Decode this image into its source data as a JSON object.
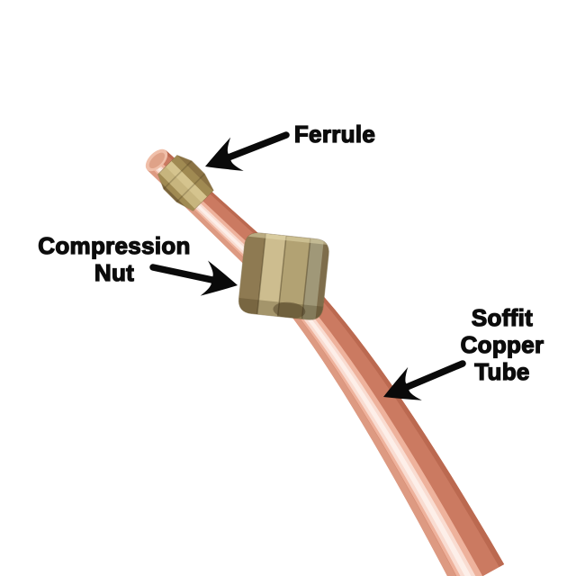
{
  "diagram": {
    "background_color": "#ffffff",
    "label_text_color": "#0c0c0c",
    "arrow_color": "#0a0a0a",
    "annotations": [
      {
        "id": "ferrule",
        "lines": [
          "Ferrule"
        ],
        "target_part": "ferrule"
      },
      {
        "id": "compression-nut",
        "lines": [
          "Compression",
          "Nut"
        ],
        "target_part": "compression-nut"
      },
      {
        "id": "soffit-copper-tube",
        "lines": [
          "Soffit",
          "Copper",
          "Tube"
        ],
        "target_part": "copper-tube"
      }
    ],
    "parts": [
      {
        "id": "copper-tube",
        "name": "Soffit Copper Tube",
        "colors": {
          "base": "#d68a71",
          "light": "#eeb29c",
          "highlight": "#f9dcd1",
          "hot": "#fdefe9",
          "shade": "#cb7a61",
          "rim": "#bb6950",
          "left_soft": "#dd9a82",
          "cap_face": "#dfa288",
          "cap_rim": "#f0bfa9"
        }
      },
      {
        "id": "ferrule",
        "name": "Ferrule",
        "colors": {
          "base": "#b6a36b",
          "bright": "#d5c48e",
          "mid": "#a08a52",
          "dark": "#8a7243",
          "edge": "#7b653c"
        }
      },
      {
        "id": "compression-nut",
        "name": "Compression Nut",
        "colors": {
          "left": "#8e7a52",
          "bright": "#cdbd8f",
          "mid": "#b2a273",
          "grey": "#a09878",
          "edge": "#7e6d4b",
          "shadow": "#5f4f33",
          "rim_light": "#d8cb9e"
        }
      }
    ]
  }
}
